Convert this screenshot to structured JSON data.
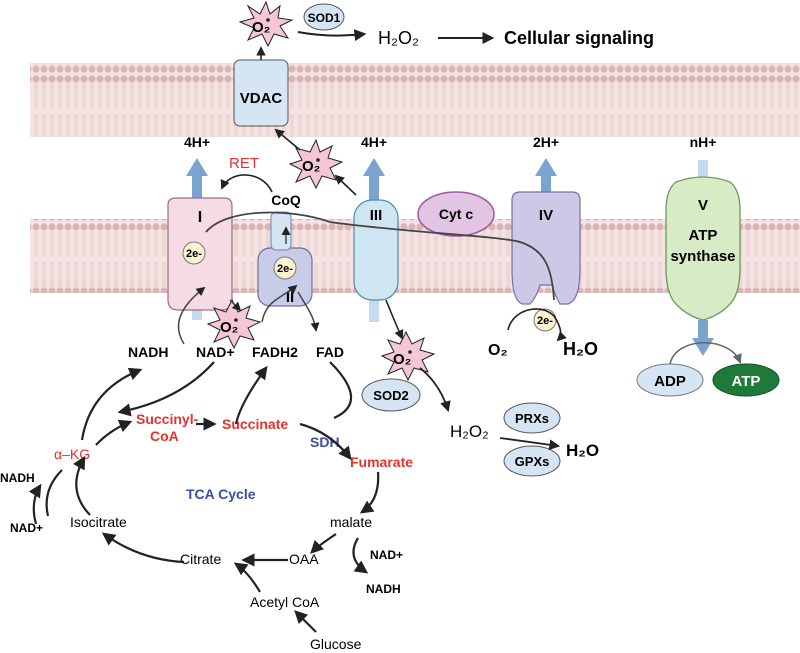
{
  "top": {
    "sod1": "SOD1",
    "h2o2": "H₂O₂",
    "signaling": "Cellular signaling"
  },
  "complexes": {
    "vdac": "VDAC",
    "c1": "I",
    "c2": "II",
    "c3": "III",
    "c4": "IV",
    "c5_numeral": "V",
    "c5_name_1": "ATP",
    "c5_name_2": "synthase",
    "cytc": "Cyt c",
    "coq": "CoQ",
    "two_e": "2e-"
  },
  "protons": {
    "c1": "4H+",
    "c3": "4H+",
    "c4": "2H+",
    "c5": "nH+"
  },
  "labels": {
    "ret": "RET",
    "o2": "O₂",
    "h2o": "H₂O",
    "adp": "ADP",
    "atp": "ATP",
    "sod2": "SOD2",
    "h2o2": "H₂O₂",
    "prxs": "PRXs",
    "gpxs": "GPXs",
    "h2o_out": "H₂O"
  },
  "tca": {
    "nadh": "NADH",
    "nad": "NAD+",
    "fadh2": "FADH2",
    "fad": "FAD",
    "succinyl_1": "Succinyl-",
    "succinyl_2": "CoA",
    "succinate": "Succinate",
    "sdh": "SDH",
    "fumarate": "Fumarate",
    "akg": "α–KG",
    "cycle": "TCA Cycle",
    "isocitrate": "Isocitrate",
    "nadh_iso": "NADH",
    "nad_iso": "NAD+",
    "malate": "malate",
    "nad_mal": "NAD+",
    "nadh_mal": "NADH",
    "oaa": "OAA",
    "citrate": "Citrate",
    "acetyl": "Acetyl CoA",
    "glucose": "Glucose"
  },
  "colors": {
    "red_text": "#e8322f",
    "blue_text": "#3a4ea3",
    "proton_arrow": "#7aa4d0",
    "membrane": "#f2dedd",
    "complex_I": "#f5dbe3",
    "complex_II": "#c8cce8",
    "complex_III": "#cfe6f2",
    "complex_IV": "#cdc8e6",
    "complex_V": "#d7ecc6",
    "cyt_c": "#e2c5e4",
    "atp_fill": "#1f7a3a",
    "ros_star": "#f4c6d6"
  }
}
